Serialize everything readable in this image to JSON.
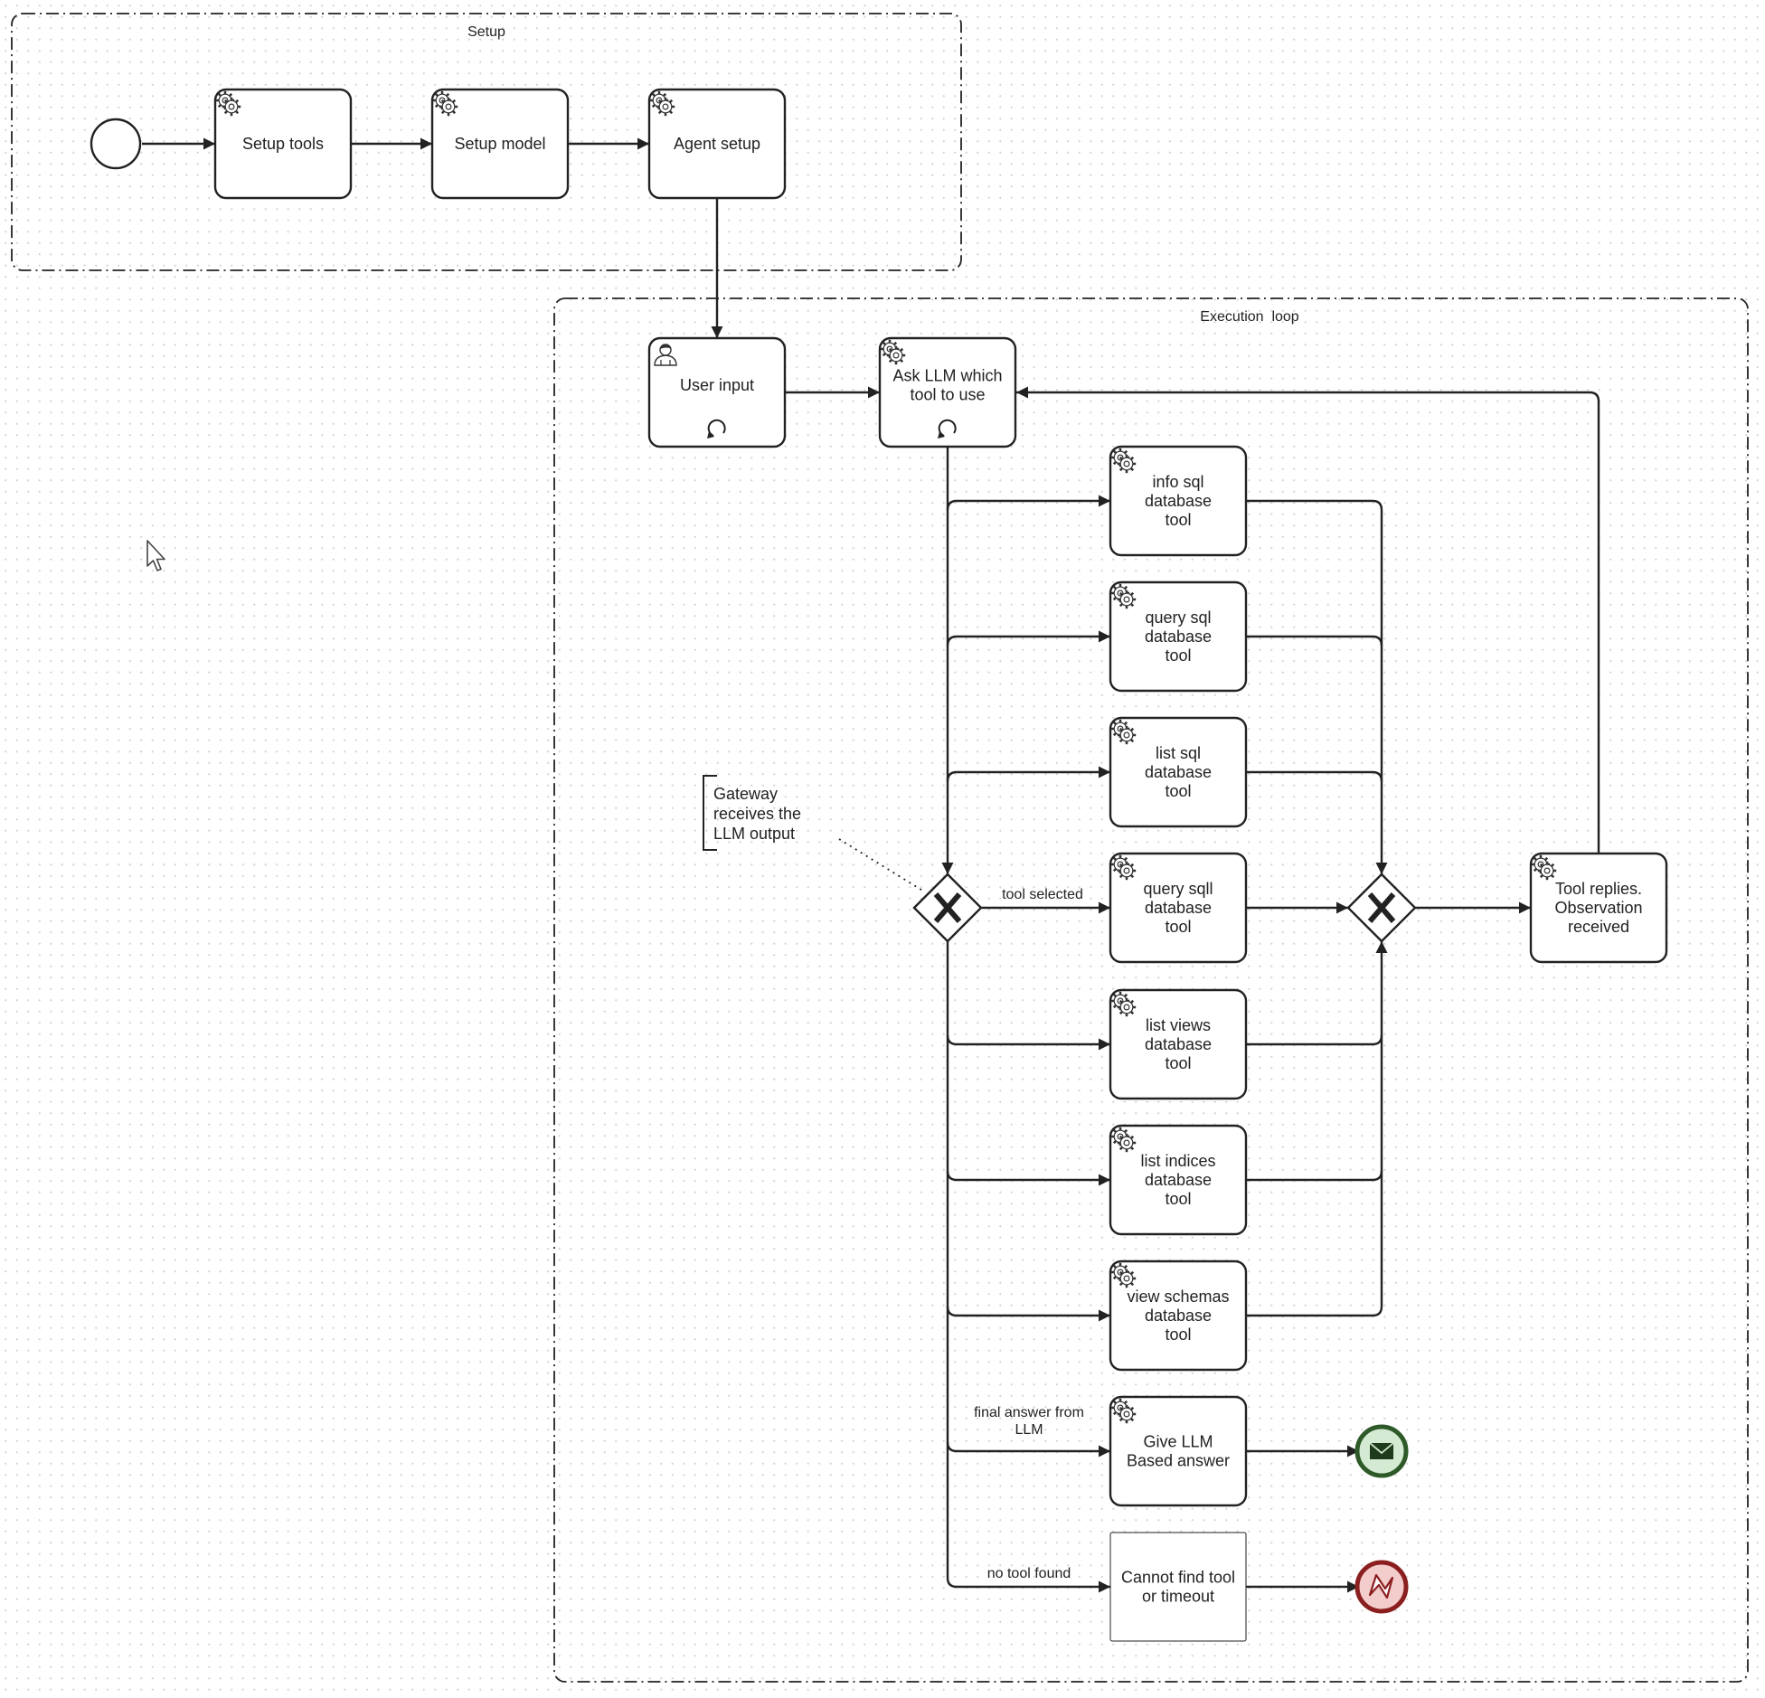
{
  "groups": {
    "setup": "Setup",
    "execution": "Execution  loop"
  },
  "tasks": {
    "setup_tools": [
      "Setup tools"
    ],
    "setup_model": [
      "Setup model"
    ],
    "agent_setup": [
      "Agent setup"
    ],
    "user_input": [
      "User input"
    ],
    "ask_llm": [
      "Ask LLM which",
      "tool to use"
    ],
    "info_sql": [
      "info sql",
      "database",
      "tool"
    ],
    "query_sql": [
      "query sql",
      "database",
      "tool"
    ],
    "list_sql": [
      "list sql",
      "database",
      "tool"
    ],
    "query_sqll": [
      "query sqll",
      "database",
      "tool"
    ],
    "list_views": [
      "list views",
      "database",
      "tool"
    ],
    "list_indices": [
      "list indices",
      "database",
      "tool"
    ],
    "view_schemas": [
      "view schemas",
      "database",
      "tool"
    ],
    "give_llm": [
      "Give LLM",
      "Based answer"
    ],
    "cannot_find": [
      "Cannot find tool",
      "or timeout"
    ],
    "tool_replies": [
      "Tool replies.",
      "Observation",
      "received"
    ]
  },
  "flow_labels": {
    "tool_selected": [
      "tool selected"
    ],
    "final_answer": [
      "final answer from",
      "LLM"
    ],
    "no_tool": [
      "no tool found"
    ]
  },
  "annotation": [
    "Gateway",
    "receives the",
    "LLM output"
  ],
  "icons": {
    "service_task": "gear-icon",
    "user_task": "user-icon",
    "loop_marker": "loop-icon",
    "gateway": "exclusive-gateway-x",
    "message_end": "envelope-icon",
    "error_end": "lightning-icon"
  },
  "colors": {
    "message_end_fill": "#d4ead2",
    "message_end_stroke": "#2e5a2a",
    "error_end_fill": "#f3cccc",
    "error_end_stroke": "#8b1f1f"
  }
}
